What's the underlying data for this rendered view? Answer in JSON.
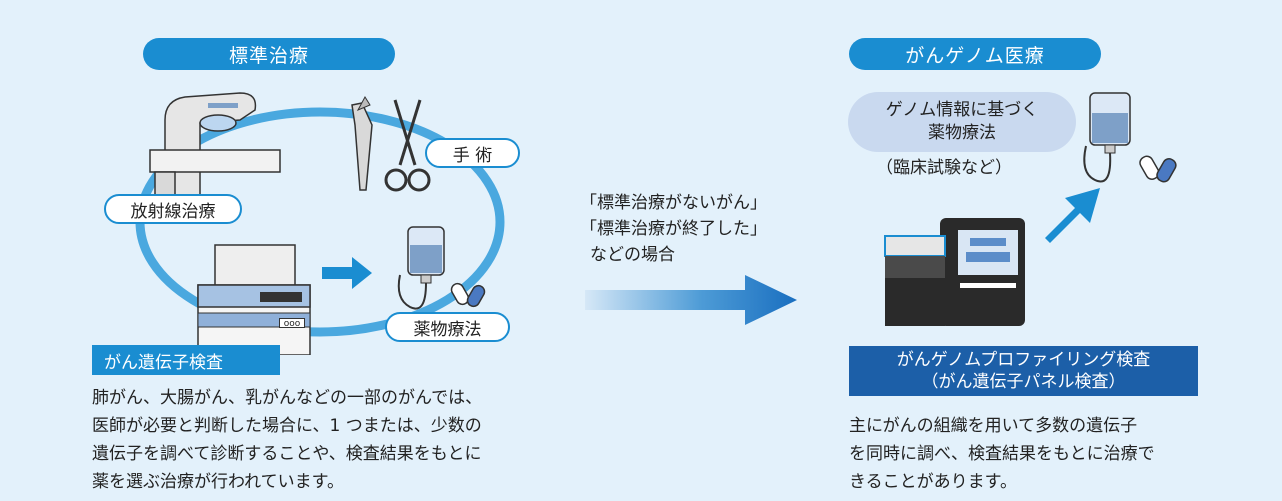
{
  "left": {
    "title": "標準治療",
    "label_surgery": "手 術",
    "label_radiation": "放射線治療",
    "label_drug": "薬物療法",
    "label_gene_test": "がん遺伝子検査",
    "machine_display": "ooo",
    "description": [
      "肺がん、大腸がん、乳がんなどの一部のがんでは、",
      "医師が必要と判断した場合に、1 つまたは、少数の",
      "遺伝子を調べて診断することや、検査結果をもとに",
      "薬を選ぶ治療が行われています。"
    ]
  },
  "center": {
    "lines": [
      "「標準治療がないがん」",
      "「標準治療が終了した」",
      "などの場合"
    ]
  },
  "right": {
    "title": "がんゲノム医療",
    "bubble_line1": "ゲノム情報に基づく",
    "bubble_line2": "薬物療法",
    "bubble_sub": "（臨床試験など）",
    "test_line1": "がんゲノムプロファイリング検査",
    "test_line2": "（がん遺伝子パネル検査）",
    "description": [
      "主にがんの組織を用いて多数の遺伝子",
      "を同時に調べ、検査結果をもとに治療で",
      "きることがあります。"
    ]
  },
  "colors": {
    "background": "#e3f1fb",
    "accent": "#1a8dd1",
    "dark_accent": "#1c5fa8",
    "bubble": "#c9d9ef"
  }
}
